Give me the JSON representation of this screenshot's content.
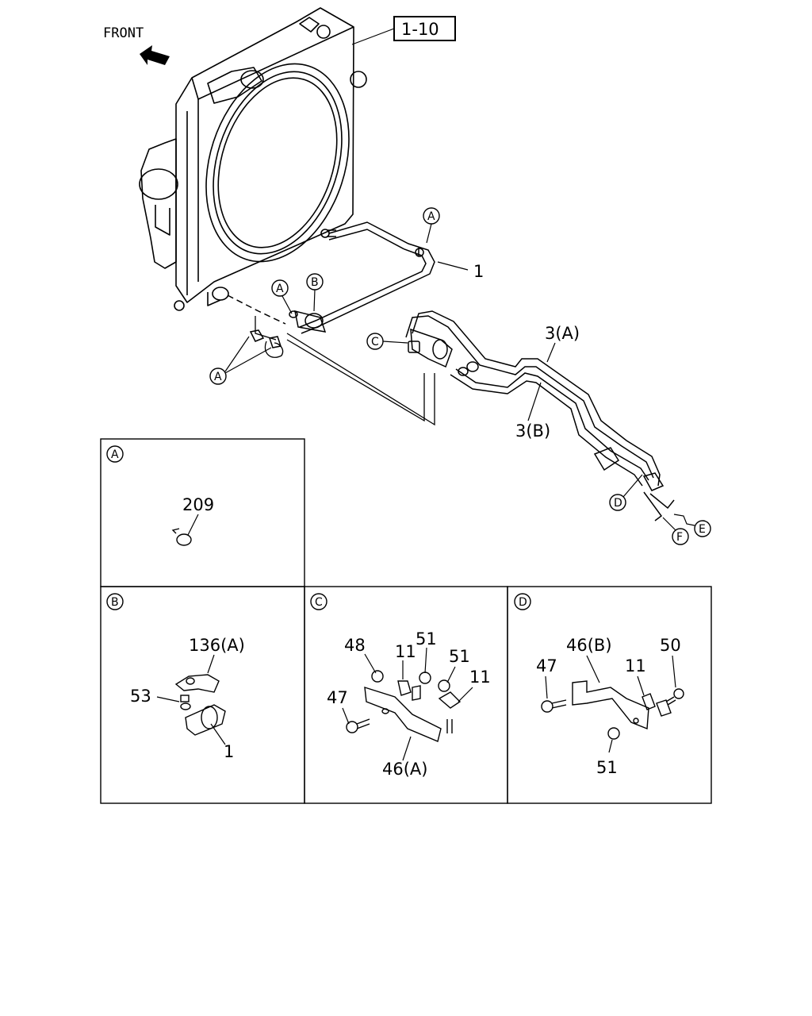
{
  "diagram": {
    "front_label": "FRONT",
    "ref_box": "1-10",
    "main_labels": {
      "pipe_1": "1",
      "pipe_3a": "3(A)",
      "pipe_3b": "3(B)"
    },
    "callouts": {
      "A": "A",
      "B": "B",
      "C": "C",
      "D": "D",
      "E": "E",
      "F": "F"
    },
    "detail_A": {
      "tag": "A",
      "parts": {
        "clip": "209"
      }
    },
    "detail_B": {
      "tag": "B",
      "parts": {
        "bracket": "136(A)",
        "bolt": "53",
        "pipe": "1"
      }
    },
    "detail_C": {
      "tag": "C",
      "parts": {
        "nut_48": "48",
        "clip_11a": "11",
        "nut_51a": "51",
        "nut_51b": "51",
        "clip_11b": "11",
        "bolt_47": "47",
        "bracket_46a": "46(A)"
      }
    },
    "detail_D": {
      "tag": "D",
      "parts": {
        "bolt_47": "47",
        "bracket_46b": "46(B)",
        "clip_11": "11",
        "bolt_50": "50",
        "nut_51": "51"
      }
    }
  }
}
